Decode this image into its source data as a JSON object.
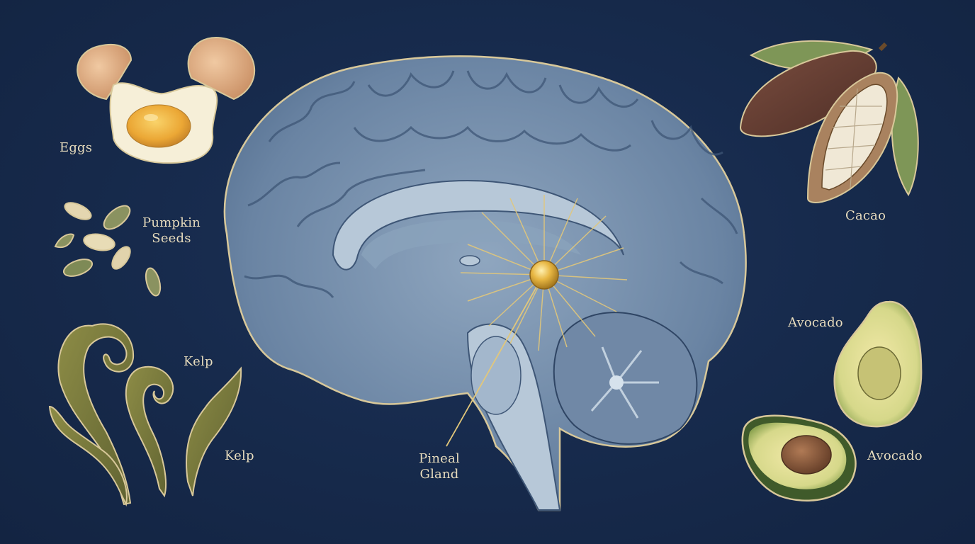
{
  "illustration": {
    "subject": "Brain sagittal section with pineal gland highlighted, surrounded by foods",
    "background_color": "#16294a",
    "accent_color": "#d9b04a",
    "outline_color": "#d8c89a"
  },
  "labels": {
    "eggs": "Eggs",
    "pumpkin_seeds_line1": "Pumpkin",
    "pumpkin_seeds_line2": "Seeds",
    "kelp_upper": "Kelp",
    "kelp_lower": "Kelp",
    "pineal_line1": "Pineal",
    "pineal_line2": "Gland",
    "cacao": "Cacao",
    "avocado_upper": "Avocado",
    "avocado_lower": "Avocado"
  }
}
